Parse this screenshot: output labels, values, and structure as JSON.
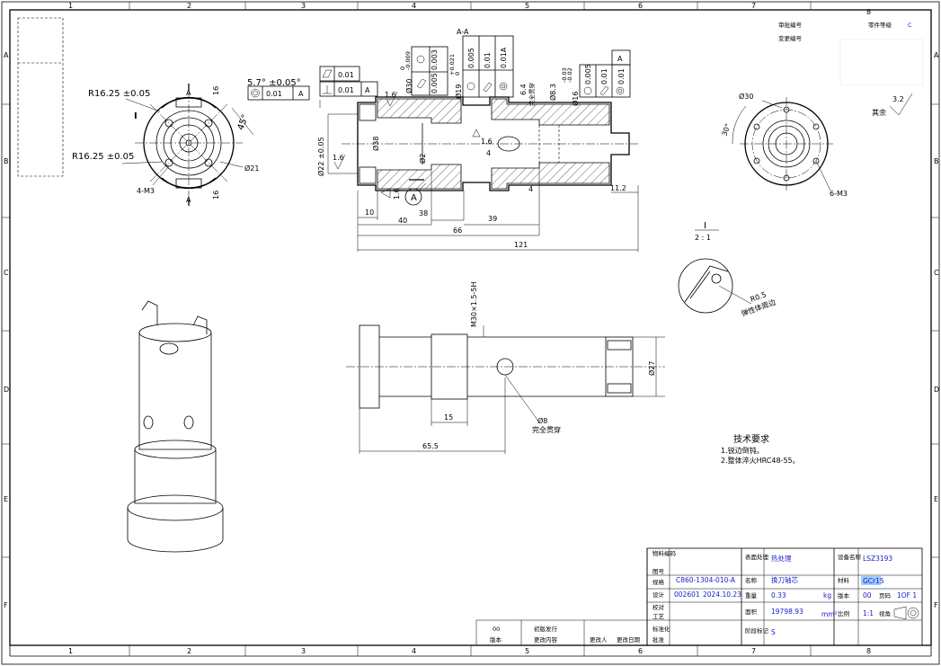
{
  "grid": {
    "cols": [
      "1",
      "2",
      "3",
      "4",
      "5",
      "6",
      "7",
      "8"
    ],
    "rows": [
      "A",
      "B",
      "C",
      "D",
      "E",
      "F"
    ]
  },
  "top_right": {
    "approval_no_label": "审批编号",
    "change_no_label": "变更编号",
    "part_grade_label": "零件等级",
    "part_grade_value": "C",
    "section_title": "A-A"
  },
  "dims": {
    "r1": "R16.25 ±0.05",
    "r2": "R16.25 ±0.05",
    "angle45": "45°",
    "d21": "Ø21",
    "m3": "4-M3",
    "view_I": "I",
    "sec_A_top": "A",
    "sec_A_bot": "A",
    "d16a": "16",
    "d16b": "16",
    "angle_tol": "5.7° ±0.05°",
    "fcf_concentric_val": "0.01",
    "fcf_concentric_ref": "A",
    "fcf_flat": "0.01",
    "fcf_perp": "0.01",
    "fcf_perp_ref": "A",
    "d22": "Ø22 ±0.05",
    "d38": "Ø38",
    "d30": "Ø30",
    "d30_tol_up": "0",
    "d30_tol_dn": "-0.009",
    "fcf_d30_a": "0.003",
    "fcf_d30_b": "0.005",
    "d19": "Ø19",
    "d19_tol_up": "+0.021",
    "d19_tol_dn": "0",
    "fcf_d19_a": "0.005",
    "fcf_d19_b": "0.01",
    "fcf_d19_c": "0.01A",
    "hole64": "6.4",
    "hole64_note": "完全贯穿",
    "d83": "Ø8.3",
    "d16": "Ø16",
    "d16_tol_up": "-0.03",
    "d16_tol_dn": "-0.02",
    "fcf_d16_a": "0.005",
    "fcf_d16_b": "0.01",
    "fcf_d16_c": "0.01",
    "fcf_d16_ref": "A",
    "d2": "Ø2",
    "rough16a": "1.6",
    "rough16b": "1.6",
    "rough16c": "1.6",
    "rough16d": "1.6",
    "dim4a": "4",
    "dim4b": "4",
    "dim112": "11.2",
    "dim10": "10",
    "dim40": "40",
    "dim38": "38",
    "dim39": "39",
    "dim66": "66",
    "dim121": "121",
    "detail_A": "A",
    "d30r": "Ø30",
    "angle30": "30°",
    "m3r": "6-M3",
    "rough32": "3.2",
    "rest_label": "其余",
    "scale_I": "I",
    "scale_21": "2 : 1",
    "r05": "R0.5",
    "r05_note": "弹性体周边",
    "thread": "M30×1.5-5H",
    "d27": "Ø27",
    "dim15": "15",
    "dim655": "65.5",
    "d8": "Ø8",
    "d8_note": "完全贯穿"
  },
  "notes": {
    "title": "技术要求",
    "line1": "1.锐边倒钝。",
    "line2": "2.整体淬火HRC48-55。"
  },
  "title_block": {
    "material_code_label": "物料编码",
    "drawing_no_label": "图号",
    "spec_label": "规格",
    "spec_value": "C860-1304-010-A",
    "design_label": "设计",
    "designer": "002601",
    "date": "2024.10.23",
    "check_label": "校对",
    "process_label": "工艺",
    "std_label": "标准化",
    "approve_label": "批准",
    "surface_label": "表面处理",
    "surface_value": "热处理",
    "name_label": "名称",
    "name_value": "换刀轴芯",
    "weight_label": "重量",
    "weight_value": "0.33",
    "weight_unit": "kg",
    "area_label": "面积",
    "area_value": "19798.93",
    "area_unit": "mm²",
    "stage_label": "阶段标记",
    "stage_value": "S",
    "device_label": "设备名称",
    "device_value": "LSZ3193",
    "material_label": "材料",
    "material_value": "GCr15",
    "version_label": "版本",
    "version_value": "00",
    "page_label": "页码",
    "page_value": "1OF 1",
    "scale_label": "比例",
    "scale_value": "1:1",
    "view_label": "视角",
    "rev_version": "00",
    "rev_version_label": "版本",
    "rev_content": "初版发行",
    "rev_content_label": "更改内容",
    "rev_person_label": "更改人",
    "rev_date_label": "更改日期"
  }
}
